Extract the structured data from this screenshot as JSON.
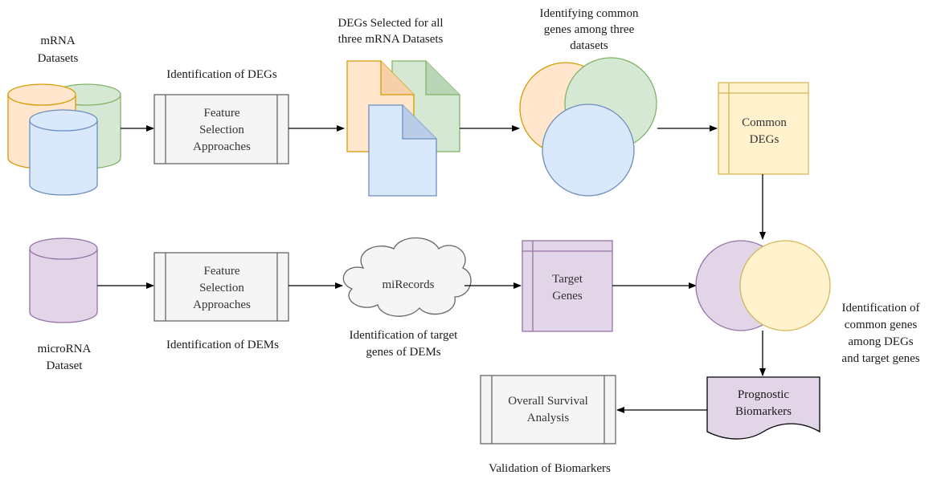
{
  "colors": {
    "orange_fill": "#ffe6cc",
    "orange_stroke": "#d79b00",
    "green_fill": "#d5e8d4",
    "green_stroke": "#82b366",
    "blue_fill": "#dae8fc",
    "blue_stroke": "#6c8ebf",
    "purple_fill": "#e1d5e7",
    "purple_stroke": "#9673a6",
    "yellow_fill": "#fff2cc",
    "yellow_stroke": "#d6b656",
    "gray_fill": "#f5f5f5",
    "gray_stroke": "#666666",
    "arrow": "#000000"
  },
  "labels": {
    "mrna_datasets": [
      "mRNA",
      "Datasets"
    ],
    "identification_degs": "Identification of DEGs",
    "degs_selected": [
      "DEGs Selected for all",
      "three mRNA Datasets"
    ],
    "identifying_common": [
      "Identifying common",
      "genes among three",
      "datasets"
    ],
    "microrna_dataset": [
      "microRNA",
      "Dataset"
    ],
    "identification_dems": "Identification of DEMs",
    "identification_target": [
      "Identification of target",
      "genes of DEMs"
    ],
    "identification_common_genes": [
      "Identification of",
      "common genes",
      "among DEGs",
      "and target genes"
    ],
    "validation": "Validation of Biomarkers"
  },
  "boxes": {
    "feature_selection_top": [
      "Feature",
      "Selection",
      "Approaches"
    ],
    "feature_selection_bottom": [
      "Feature",
      "Selection",
      "Approaches"
    ],
    "common_degs": [
      "Common",
      "DEGs"
    ],
    "mirecords": "miRecords",
    "target_genes": [
      "Target",
      "Genes"
    ],
    "prognostic_biomarkers": [
      "Prognostic",
      "Biomarkers"
    ],
    "overall_survival": [
      "Overall Survival",
      "Analysis"
    ]
  }
}
